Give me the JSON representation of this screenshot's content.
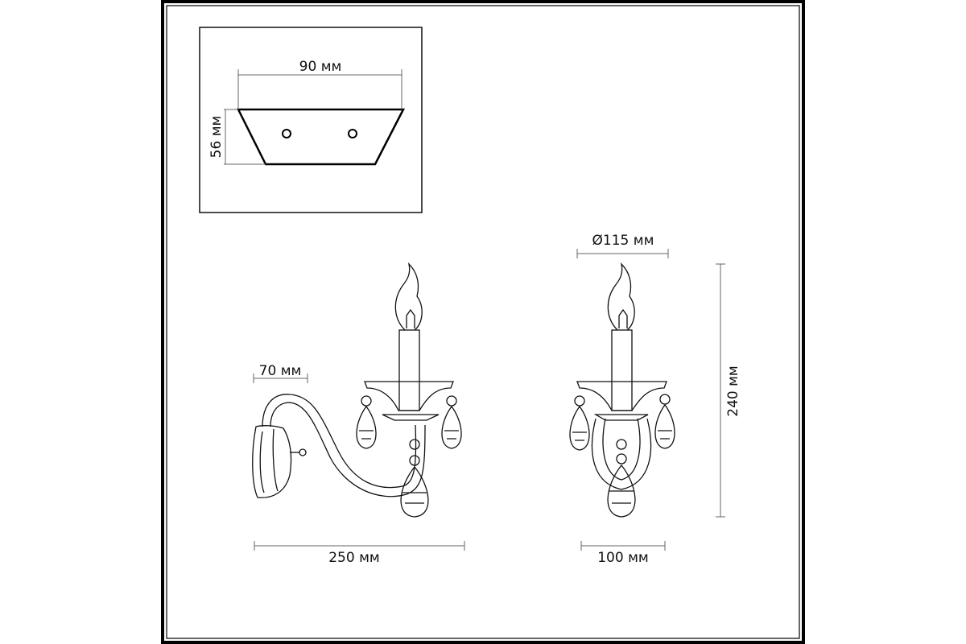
{
  "mount_plate": {
    "width_label": "90 мм",
    "height_label": "56 мм"
  },
  "side_view": {
    "depth_label": "70 мм",
    "length_label": "250 мм"
  },
  "front_view": {
    "diameter_label": "Ø115 мм",
    "height_label": "240 мм",
    "width_label": "100 мм"
  }
}
